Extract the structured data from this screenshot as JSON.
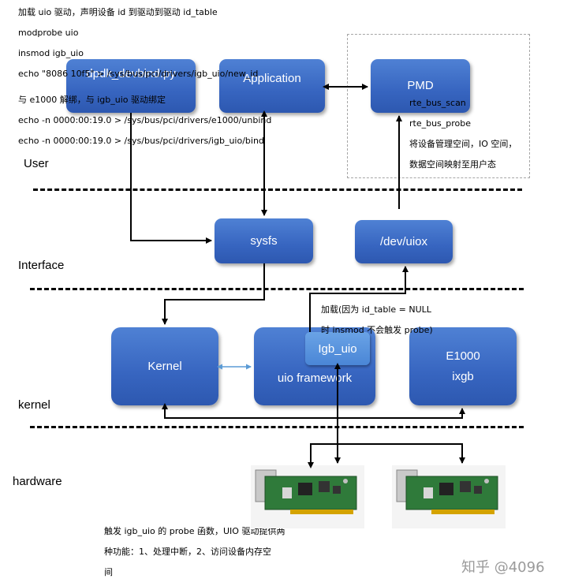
{
  "notes": {
    "line1": "加载 uio 驱动，声明设备 id 到驱动到驱动 id_table",
    "line2": "modprobe uio",
    "line3": "insmod igb_uio",
    "line4": "echo \"8086 10f5\" > /sys/bus/pci/drivers/igb_uio/new_id",
    "line5": "与 e1000 解绑，与 igb_uio 驱动绑定",
    "line6": "echo -n 0000:00:19.0 > /sys/bus/pci/drivers/e1000/unbind",
    "line7": "echo -n 0000:00:19.0 > /sys/bus/pci/drivers/igb_uio/bind"
  },
  "layers": {
    "user": "User",
    "interface": "Interface",
    "kernel": "kernel",
    "hardware": "hardware"
  },
  "boxes": {
    "dpdk": "dpdk_devbind.py",
    "application": "Application",
    "pmd": "PMD",
    "sysfs": "sysfs",
    "uiox": "/dev/uiox",
    "kernel": "Kernel",
    "uio_framework": "uio framework",
    "igb_uio": "Igb_uio",
    "e1000": "E1000",
    "ixgb": "ixgb"
  },
  "pmd_notes": {
    "scan": "rte_bus_scan",
    "probe": "rte_bus_probe",
    "map1": "将设备管理空间，IO 空间，",
    "map2": "数据空间映射至用户态"
  },
  "load_note": {
    "line1": "加载(因为  id_table = NULL",
    "line2": "时 insmod 不会触发 probe)"
  },
  "probe_note": {
    "line1": "触发 igb_uio 的 probe 函数，UIO 驱动提供两",
    "line2": "种功能：1、处理中断，2、访问设备内存空",
    "line3": "间"
  },
  "watermark": "知乎 @4096",
  "colors": {
    "box_blue": "#3765c0",
    "igb_blue": "#5a95de",
    "dashed_border": "#a6a6a6",
    "arrow_light": "#5b9bd5"
  },
  "icons": [
    "network-card-icon"
  ]
}
